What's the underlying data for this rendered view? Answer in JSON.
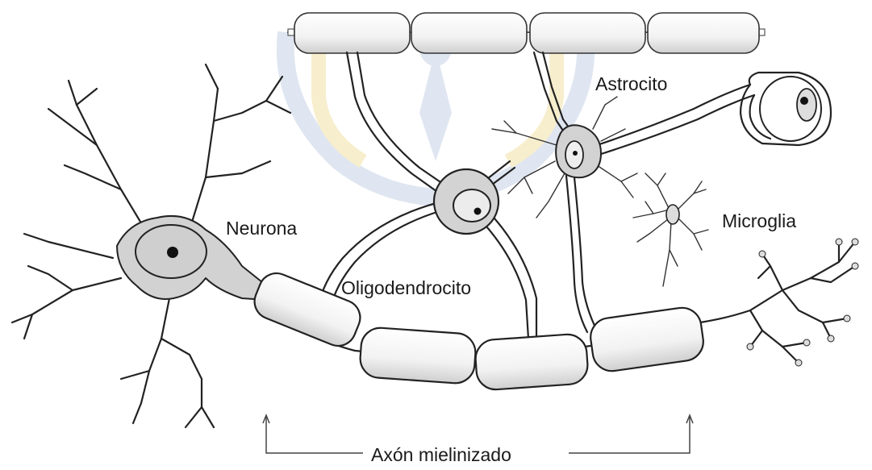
{
  "labels": {
    "neurona": "Neurona",
    "oligodendrocito": "Oligodendrocito",
    "astrocito": "Astrocito",
    "microglia": "Microglia",
    "axon_mielinizado": "Axón mielinizado"
  },
  "colors": {
    "line": "#222222",
    "cell_fill": "#d6d6d6",
    "myelin_light": "#ffffff",
    "myelin_shade": "#d9d9d9",
    "watermark_blue": "#c5d3e6",
    "watermark_gold": "#f2e1a6"
  }
}
